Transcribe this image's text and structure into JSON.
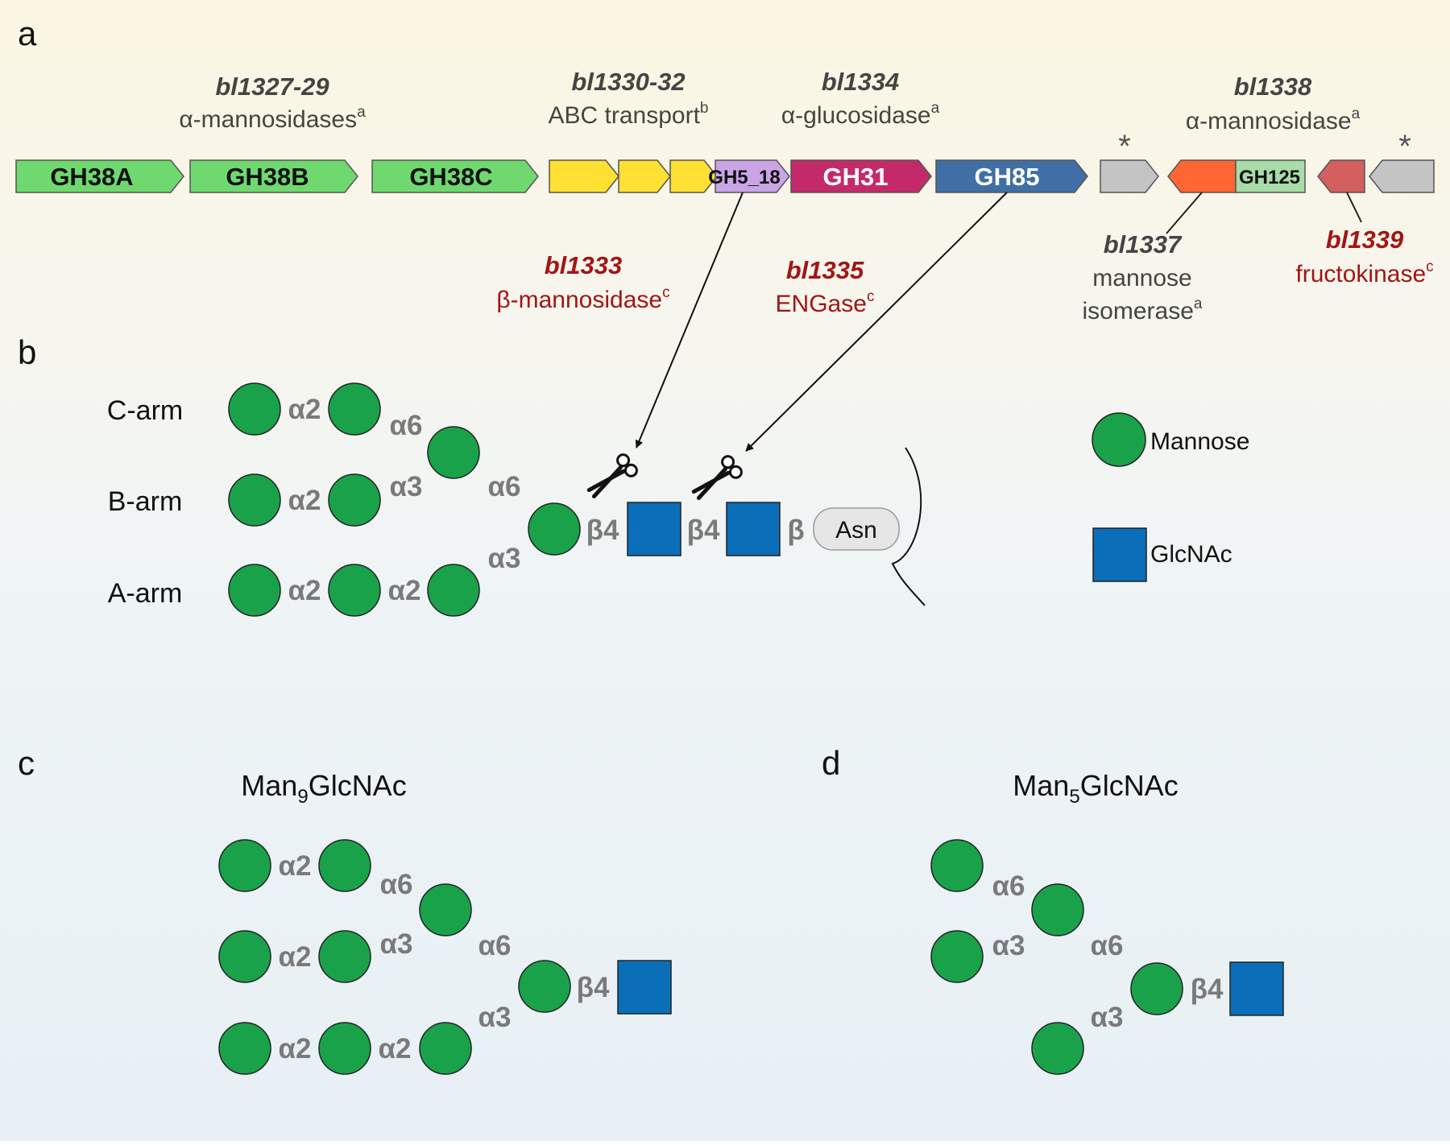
{
  "panel_labels": {
    "a": "a",
    "b": "b",
    "c": "c",
    "d": "d"
  },
  "gene_cluster": {
    "genes": [
      "GH38A",
      "GH38B",
      "GH38C",
      "GH5_18",
      "GH31",
      "GH85",
      "GH125"
    ],
    "asterisk": "*",
    "groups": {
      "g1": {
        "locus": "bl1327-29",
        "function": "α-mannosidases",
        "note": "a"
      },
      "g2": {
        "locus": "bl1330-32",
        "function": "ABC transport",
        "note": "b"
      },
      "g3": {
        "locus": "bl1334",
        "function": "α-glucosidase",
        "note": "a"
      },
      "g4": {
        "locus": "bl1338",
        "function": "α-mannosidase",
        "note": "a"
      },
      "g5": {
        "locus": "bl1333",
        "function": "β-mannosidase",
        "note": "c"
      },
      "g6": {
        "locus": "bl1335",
        "function": "ENGase",
        "note": "c"
      },
      "g7": {
        "locus": "bl1337",
        "function_line1": "mannose",
        "function_line2": "isomerase",
        "note": "a"
      },
      "g8": {
        "locus": "bl1339",
        "function": "fructokinase",
        "note": "c"
      }
    },
    "colors": {
      "gh38": "#6fd96f",
      "abc": "#ffe033",
      "gh5_18": "#c9a4e6",
      "gh31": "#c42a6a",
      "gh85": "#3f6fa5",
      "grey": "#c4c4c4",
      "isomerase": "#ff6633",
      "gh125": "#a8dca8",
      "fructokinase": "#d45f5f",
      "red_label": "#a31515",
      "grey_label": "#444444"
    }
  },
  "glycan": {
    "arms": [
      "C-arm",
      "B-arm",
      "A-arm"
    ],
    "linkages": {
      "a2": "α2",
      "a3": "α3",
      "a6": "α6",
      "b4": "β4",
      "b": "β"
    },
    "asn": "Asn",
    "colors": {
      "mannose": "#1aa24a",
      "glcnac": "#0a6eb8"
    }
  },
  "legend": {
    "mannose": "Mannose",
    "glcnac": "GlcNAc"
  },
  "structures": {
    "c": {
      "prefix": "Man",
      "subscript": "9",
      "suffix": "GlcNAc"
    },
    "d": {
      "prefix": "Man",
      "subscript": "5",
      "suffix": "GlcNAc"
    }
  }
}
